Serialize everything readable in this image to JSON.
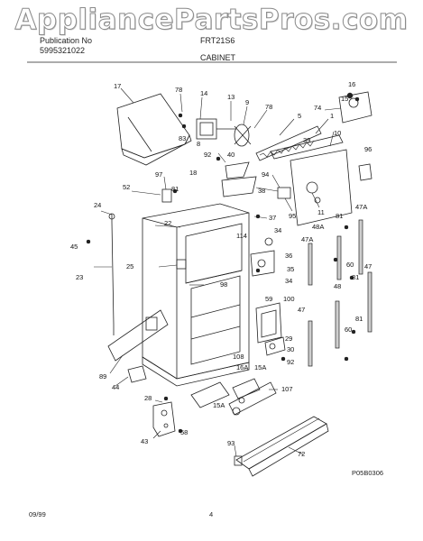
{
  "watermark": "AppliancePartsPros.com",
  "header": {
    "publication_label": "Publication No",
    "publication_number": "5995321022",
    "model_label": "FRT21S6",
    "section_title": "CABINET"
  },
  "footer": {
    "date": "09/99",
    "page": "4",
    "diagram_code": "P05B0306"
  },
  "callouts": [
    {
      "id": "17",
      "label": "17"
    },
    {
      "id": "78a",
      "label": "78"
    },
    {
      "id": "14",
      "label": "14"
    },
    {
      "id": "13",
      "label": "13"
    },
    {
      "id": "9",
      "label": "9"
    },
    {
      "id": "78b",
      "label": "78"
    },
    {
      "id": "5",
      "label": "5"
    },
    {
      "id": "16",
      "label": "16"
    },
    {
      "id": "15",
      "label": "15"
    },
    {
      "id": "74",
      "label": "74"
    },
    {
      "id": "1",
      "label": "1"
    },
    {
      "id": "83",
      "label": "83"
    },
    {
      "id": "8",
      "label": "8"
    },
    {
      "id": "39",
      "label": "39"
    },
    {
      "id": "10",
      "label": "10"
    },
    {
      "id": "96a",
      "label": "96"
    },
    {
      "id": "92a",
      "label": "92"
    },
    {
      "id": "40",
      "label": "40"
    },
    {
      "id": "97",
      "label": "97"
    },
    {
      "id": "18",
      "label": "18"
    },
    {
      "id": "94",
      "label": "94"
    },
    {
      "id": "52",
      "label": "52"
    },
    {
      "id": "81a",
      "label": "81"
    },
    {
      "id": "38",
      "label": "38"
    },
    {
      "id": "95",
      "label": "95"
    },
    {
      "id": "11",
      "label": "11"
    },
    {
      "id": "24",
      "label": "24"
    },
    {
      "id": "22",
      "label": "22"
    },
    {
      "id": "37",
      "label": "37"
    },
    {
      "id": "47Aa",
      "label": "47A"
    },
    {
      "id": "81b",
      "label": "81"
    },
    {
      "id": "48A",
      "label": "48A"
    },
    {
      "id": "114",
      "label": "114"
    },
    {
      "id": "34a",
      "label": "34"
    },
    {
      "id": "47Ab",
      "label": "47A"
    },
    {
      "id": "45",
      "label": "45"
    },
    {
      "id": "36",
      "label": "36"
    },
    {
      "id": "60a",
      "label": "60"
    },
    {
      "id": "25",
      "label": "25"
    },
    {
      "id": "35",
      "label": "35"
    },
    {
      "id": "81c",
      "label": "81"
    },
    {
      "id": "47",
      "label": "47"
    },
    {
      "id": "23",
      "label": "23"
    },
    {
      "id": "98",
      "label": "98"
    },
    {
      "id": "34b",
      "label": "34"
    },
    {
      "id": "48",
      "label": "48"
    },
    {
      "id": "59",
      "label": "59"
    },
    {
      "id": "100",
      "label": "100"
    },
    {
      "id": "47b",
      "label": "47"
    },
    {
      "id": "81d",
      "label": "81"
    },
    {
      "id": "60b",
      "label": "60"
    },
    {
      "id": "29",
      "label": "29"
    },
    {
      "id": "30",
      "label": "30"
    },
    {
      "id": "89",
      "label": "89"
    },
    {
      "id": "108",
      "label": "108"
    },
    {
      "id": "16A",
      "label": "16A"
    },
    {
      "id": "15Aa",
      "label": "15A"
    },
    {
      "id": "92b",
      "label": "92"
    },
    {
      "id": "44",
      "label": "44"
    },
    {
      "id": "107",
      "label": "107"
    },
    {
      "id": "28",
      "label": "28"
    },
    {
      "id": "15Ab",
      "label": "15A"
    },
    {
      "id": "58",
      "label": "58"
    },
    {
      "id": "43",
      "label": "43"
    },
    {
      "id": "93",
      "label": "93"
    },
    {
      "id": "72",
      "label": "72"
    }
  ]
}
